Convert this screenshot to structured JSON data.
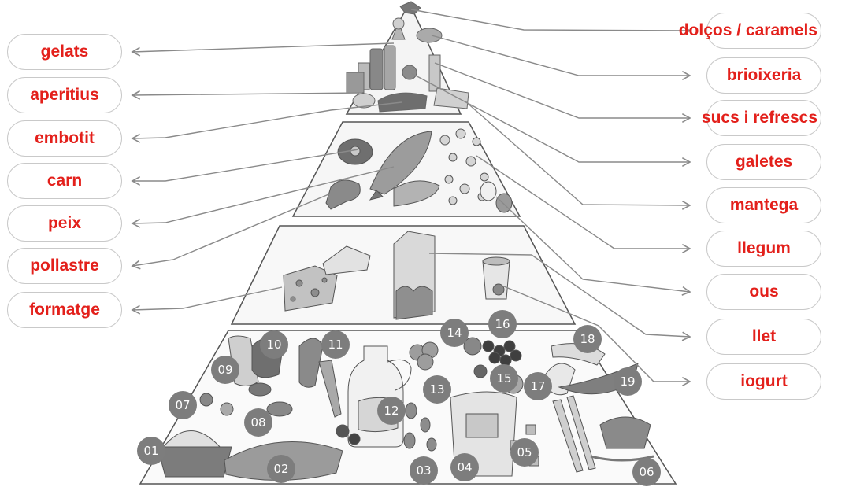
{
  "left_labels": [
    "gelats",
    "aperitius",
    "embotit",
    "carn",
    "peix",
    "pollastre",
    "formatge"
  ],
  "right_labels": [
    "dolços / caramels",
    "brioixeria",
    "sucs i refrescs",
    "galetes",
    "mantega",
    "llegum",
    "ous",
    "llet",
    "iogurt"
  ],
  "base_numbers": [
    "01",
    "02",
    "03",
    "04",
    "05",
    "06",
    "07",
    "08",
    "09",
    "10",
    "11",
    "12",
    "13",
    "14",
    "15",
    "16",
    "17",
    "18",
    "19"
  ],
  "colors": {
    "label_text": "#e3201b",
    "pill_border": "#c9c9c9",
    "badge_fill": "#7d7d7d",
    "pyramid_line": "#555555"
  }
}
